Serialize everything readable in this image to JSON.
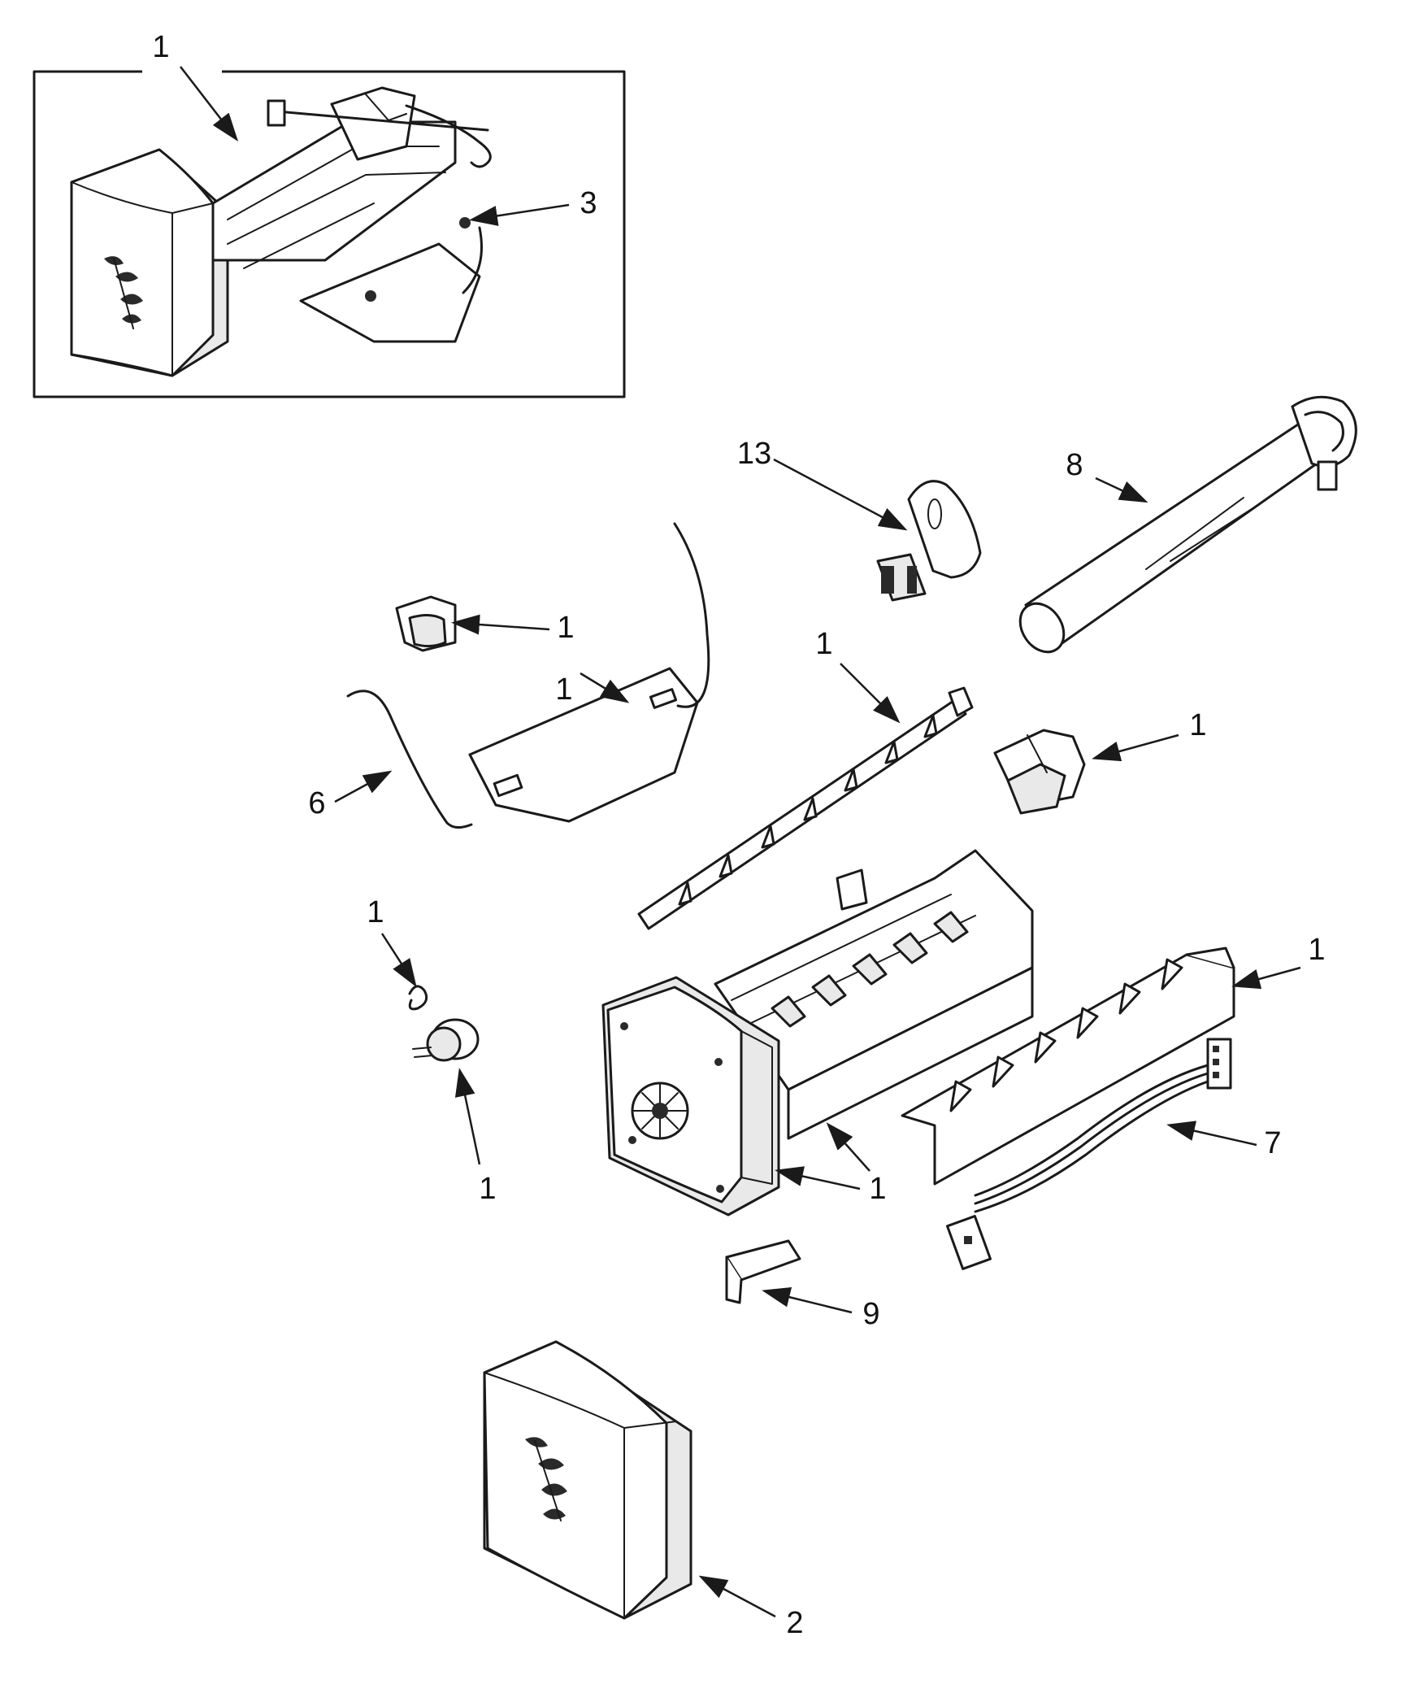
{
  "callouts": {
    "inset_1": "1",
    "inset_3": "3",
    "p13": "13",
    "p8": "8",
    "p1_clip": "1",
    "p1_cover": "1",
    "p6": "6",
    "p1_ejector": "1",
    "p1_switch": "1",
    "p1_spring": "1",
    "p1_motor": "1",
    "p1_stripper": "1",
    "p7": "7",
    "p1_housing": "1",
    "p1_mold": "1",
    "p9": "9",
    "p2": "2"
  },
  "parts": [
    {
      "name": "ice-maker-assembly-inset",
      "callout": "1"
    },
    {
      "name": "screws",
      "callout": "3"
    },
    {
      "name": "fill-cup",
      "callout": "13"
    },
    {
      "name": "fill-tube",
      "callout": "8"
    },
    {
      "name": "shutoff-arm",
      "callout": "6"
    },
    {
      "name": "wire-harness",
      "callout": "7"
    },
    {
      "name": "bracket",
      "callout": "9"
    },
    {
      "name": "front-cover",
      "callout": "2"
    }
  ],
  "colors": {
    "line": "#1a1a1a",
    "background": "#ffffff",
    "shade": "#e9e9e9"
  }
}
